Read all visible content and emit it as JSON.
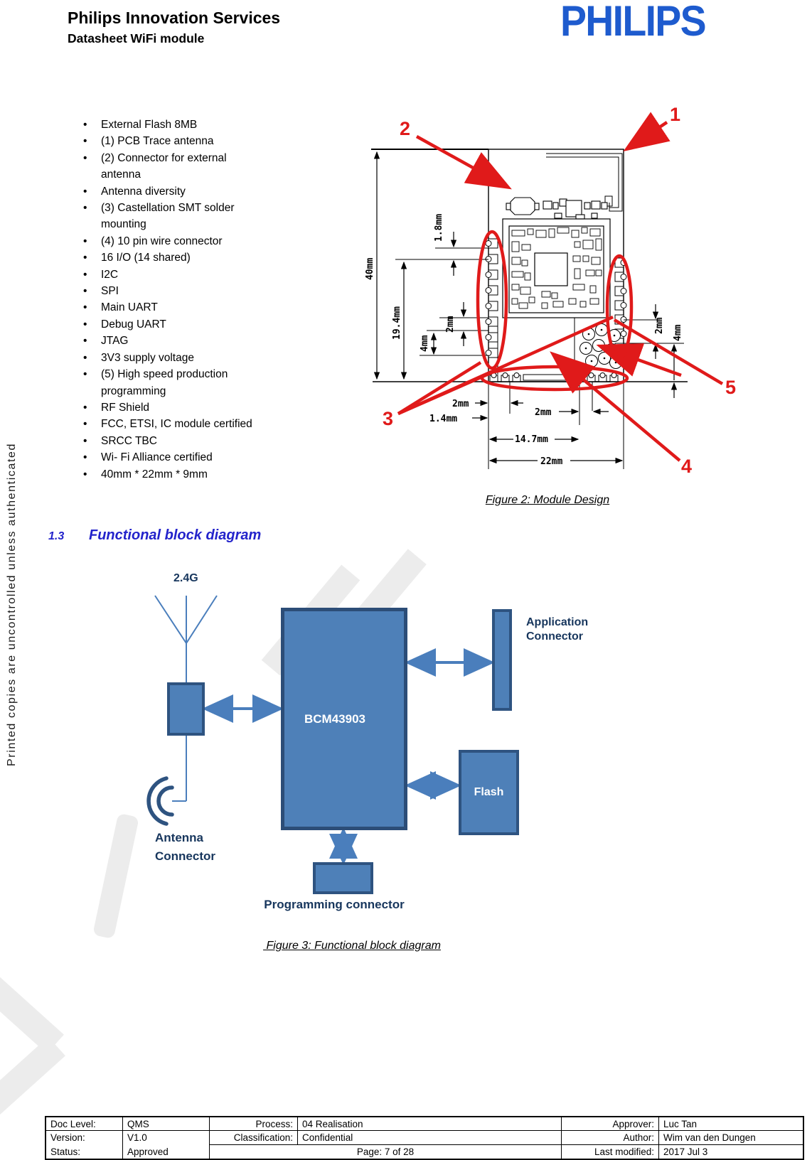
{
  "header": {
    "title": "Philips Innovation Services",
    "subtitle": "Datasheet WiFi module",
    "logo": "PHILIPS"
  },
  "side_note": "Printed copies are uncontrolled unless authenticated",
  "features": [
    "External Flash 8MB",
    "(1) PCB Trace antenna",
    "(2) Connector for external\nantenna",
    "Antenna diversity",
    "(3) Castellation SMT solder\nmounting",
    "(4) 10 pin wire connector",
    "16 I/O (14 shared)",
    "I2C",
    "SPI",
    "Main UART",
    "Debug UART",
    "JTAG",
    "3V3 supply voltage",
    "(5) High speed production\nprogramming",
    "RF Shield",
    "FCC, ETSI, IC module certified",
    "SRCC TBC",
    "Wi- Fi Alliance certified",
    "40mm * 22mm * 9mm"
  ],
  "figure2": {
    "caption": "Figure 2: Module Design",
    "callouts": {
      "c1": "1",
      "c2": "2",
      "c3": "3",
      "c4": "4",
      "c5": "5"
    },
    "dims": {
      "d40": "40mm",
      "d194": "19.4mm",
      "d18": "1.8mm",
      "d2l": "2mm",
      "d4l": "4mm",
      "d2r": "2mm",
      "d4r": "4mm",
      "b2a": "2mm",
      "b14": "1.4mm",
      "b2b": "2mm",
      "b147": "14.7mm",
      "b22": "22mm"
    }
  },
  "section": {
    "num": "1.3",
    "title": "Functional block diagram"
  },
  "figure3": {
    "caption": " Figure 3: Functional block diagram",
    "labels": {
      "freq": "2.4G",
      "chip": "BCM43903",
      "app": "Application Connector",
      "flash": "Flash",
      "ant": "Antenna Connector",
      "prog": "Programming connector"
    }
  },
  "footer": {
    "doc_level_label": "Doc Level:",
    "doc_level": "QMS",
    "process_label": "Process:",
    "process": "04 Realisation",
    "approver_label": "Approver:",
    "approver": "Luc Tan",
    "version_label": "Version:",
    "version": "V1.0",
    "classification_label": "Classification:",
    "classification": "Confidential",
    "author_label": "Author:",
    "author": "Wim van den Dungen",
    "status_label": "Status:",
    "status": "Approved",
    "page": "Page: 7 of 28",
    "modified_label": "Last modified:",
    "modified": "2017 Jul 3"
  },
  "colors": {
    "philips_blue": "#1e5bce",
    "heading_blue": "#2323cb",
    "diagram_fill": "#4e80b8",
    "diagram_border": "#2c4d77",
    "diagram_text": "#17365d",
    "annotation_red": "#e01a1a"
  }
}
